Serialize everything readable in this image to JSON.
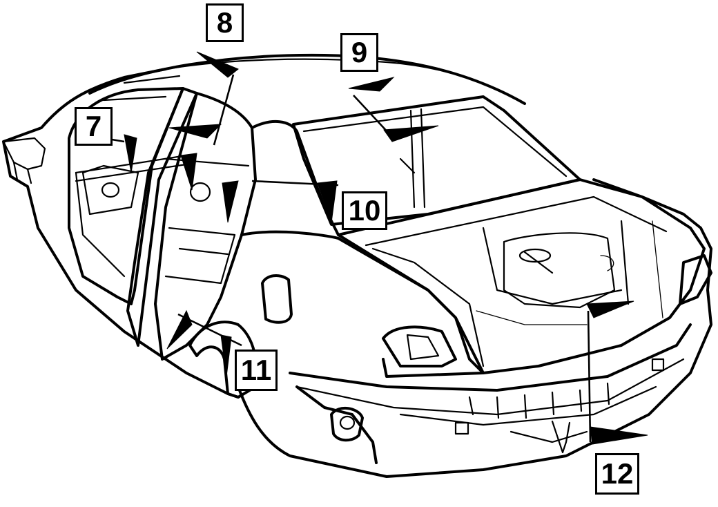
{
  "diagram": {
    "callouts": [
      {
        "id": "7",
        "label": "7"
      },
      {
        "id": "8",
        "label": "8"
      },
      {
        "id": "9",
        "label": "9"
      },
      {
        "id": "10",
        "label": "10"
      },
      {
        "id": "11",
        "label": "11"
      },
      {
        "id": "12",
        "label": "12"
      }
    ]
  }
}
